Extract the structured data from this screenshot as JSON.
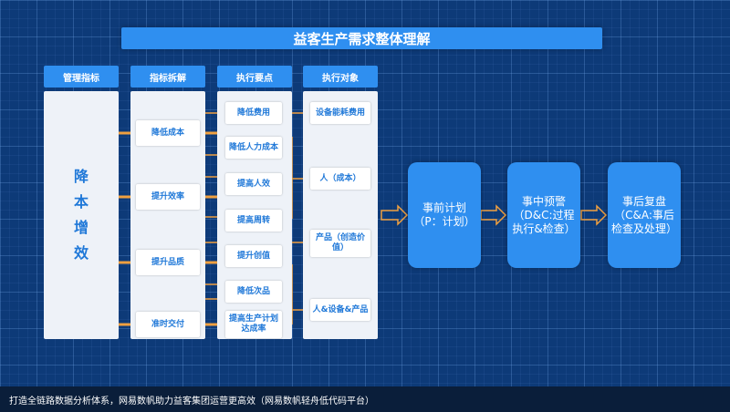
{
  "title": "益客生产需求整体理解",
  "columns": {
    "management": {
      "header": "管理指标",
      "big_chars": [
        "降",
        "本",
        "增",
        "效"
      ]
    },
    "decomposition": {
      "header": "指标拆解",
      "items": [
        "降低成本",
        "提升效率",
        "提升品质",
        "准时交付"
      ]
    },
    "key_points": {
      "header": "执行要点",
      "items": [
        "降低费用",
        "降低人力成本",
        "提高人效",
        "提高周转",
        "提升创值",
        "降低次品",
        "提高生产计划达成率"
      ]
    },
    "targets": {
      "header": "执行对象",
      "items": [
        "设备能耗费用",
        "人（成本）",
        "产品（创造价值）",
        "人&设备&产品"
      ]
    }
  },
  "phases": [
    {
      "line1": "事前计划",
      "line2": "（P：计划）"
    },
    {
      "line1": "事中预警",
      "line2": "（D&C:过程执行&检查）"
    },
    {
      "line1": "事后复盘",
      "line2": "（C&A:事后检查及处理）"
    }
  ],
  "footer": "打造全链路数据分析体系，网易数帆助力益客集团运营更高效（网易数帆轻舟低代码平台）",
  "colors": {
    "background": "#0d3a78",
    "accent": "#2f8ff0",
    "connector": "#f0a040",
    "text_blue": "#1f78d8"
  }
}
